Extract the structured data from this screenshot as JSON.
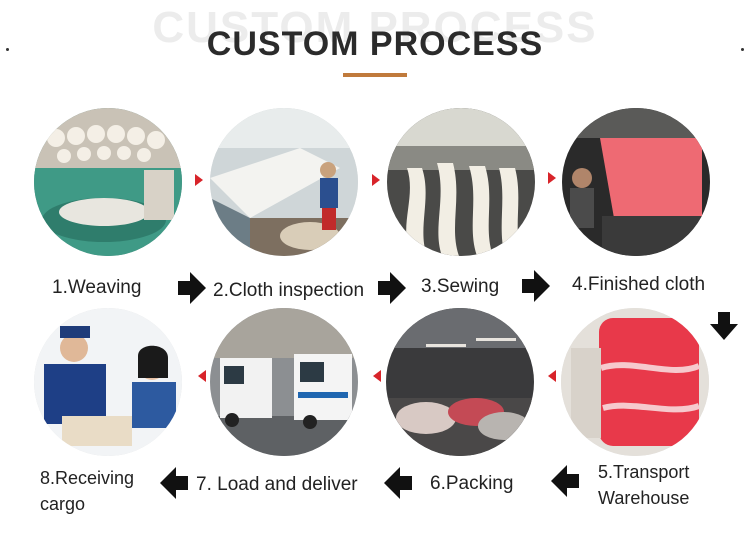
{
  "header": {
    "title": "CUSTOM PROCESS",
    "title_shadow": "CUSTOM PROCESS",
    "accent_color": "#c07a3c"
  },
  "colors": {
    "connector_red": "#d8242a",
    "arrow_black": "#111111"
  },
  "steps": [
    {
      "label": "1.Weaving",
      "scene": "weaving machines"
    },
    {
      "label": "2.Cloth inspection",
      "scene": "cloth inspection"
    },
    {
      "label": "3.Sewing",
      "scene": "sewing"
    },
    {
      "label": "4.Finished cloth",
      "scene": "finished cloth"
    },
    {
      "label_line1": "5.Transport",
      "label_line2": "Warehouse",
      "scene": "transport warehouse"
    },
    {
      "label": "6.Packing",
      "scene": "packing"
    },
    {
      "label": "7. Load and deliver",
      "scene": "trucks loading"
    },
    {
      "label_line1": "8.Receiving",
      "label_line2": "cargo",
      "scene": "courier receiving"
    }
  ]
}
